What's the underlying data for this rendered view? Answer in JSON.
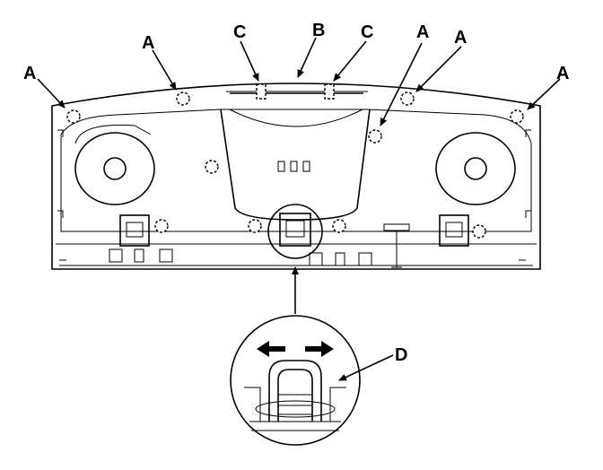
{
  "labels": {
    "a": "A",
    "b": "B",
    "c": "C",
    "d": "D"
  },
  "icons": [
    "clip-icon",
    "hook-icon",
    "arrow-left-icon",
    "arrow-right-icon"
  ]
}
